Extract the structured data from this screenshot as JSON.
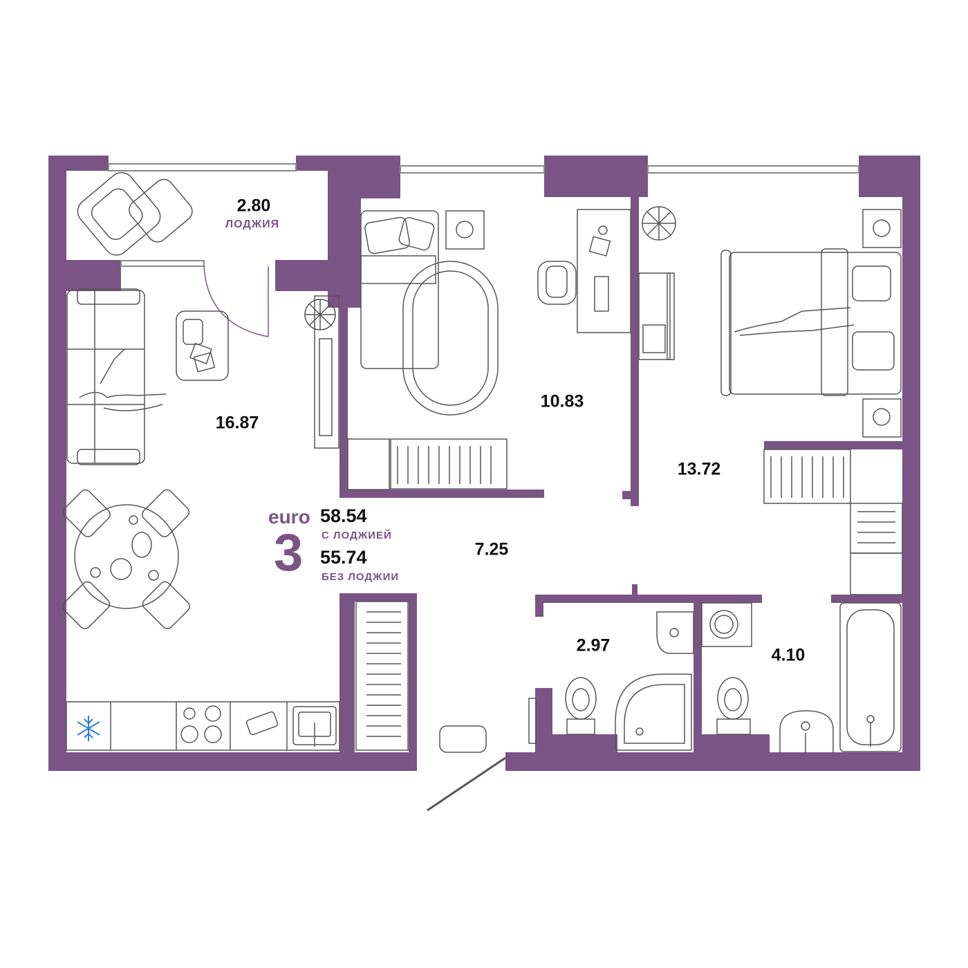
{
  "colors": {
    "wall": "#7a5485",
    "line": "#444444",
    "text": "#111111",
    "accent": "#7a5485",
    "snow": "#2b7fd4"
  },
  "loggia": {
    "area": "2.80",
    "label": "ЛОДЖИЯ"
  },
  "rooms": {
    "living_kitchen": {
      "area": "16.87"
    },
    "bedroom_child": {
      "area": "10.83"
    },
    "bedroom_master": {
      "area": "13.72"
    },
    "hall": {
      "area": "7.25"
    },
    "bathroom_small": {
      "area": "2.97"
    },
    "bathroom_large": {
      "area": "4.10"
    }
  },
  "summary": {
    "type": "euro",
    "rooms": "3",
    "total_with_loggia": "58.54",
    "with_loggia_label": "С ЛОДЖИЕЙ",
    "total_without_loggia": "55.74",
    "without_loggia_label": "БЕЗ ЛОДЖИИ"
  },
  "icons": [
    "snowflake-icon",
    "plant-icon",
    "armchair-icon",
    "sofa-icon",
    "bed-icon",
    "desk-icon",
    "chair-icon",
    "stove-icon",
    "sink-icon",
    "toilet-icon",
    "shower-icon",
    "bathtub-icon",
    "washing-machine-icon",
    "radiator-icon",
    "rug-icon",
    "dining-table-icon"
  ]
}
